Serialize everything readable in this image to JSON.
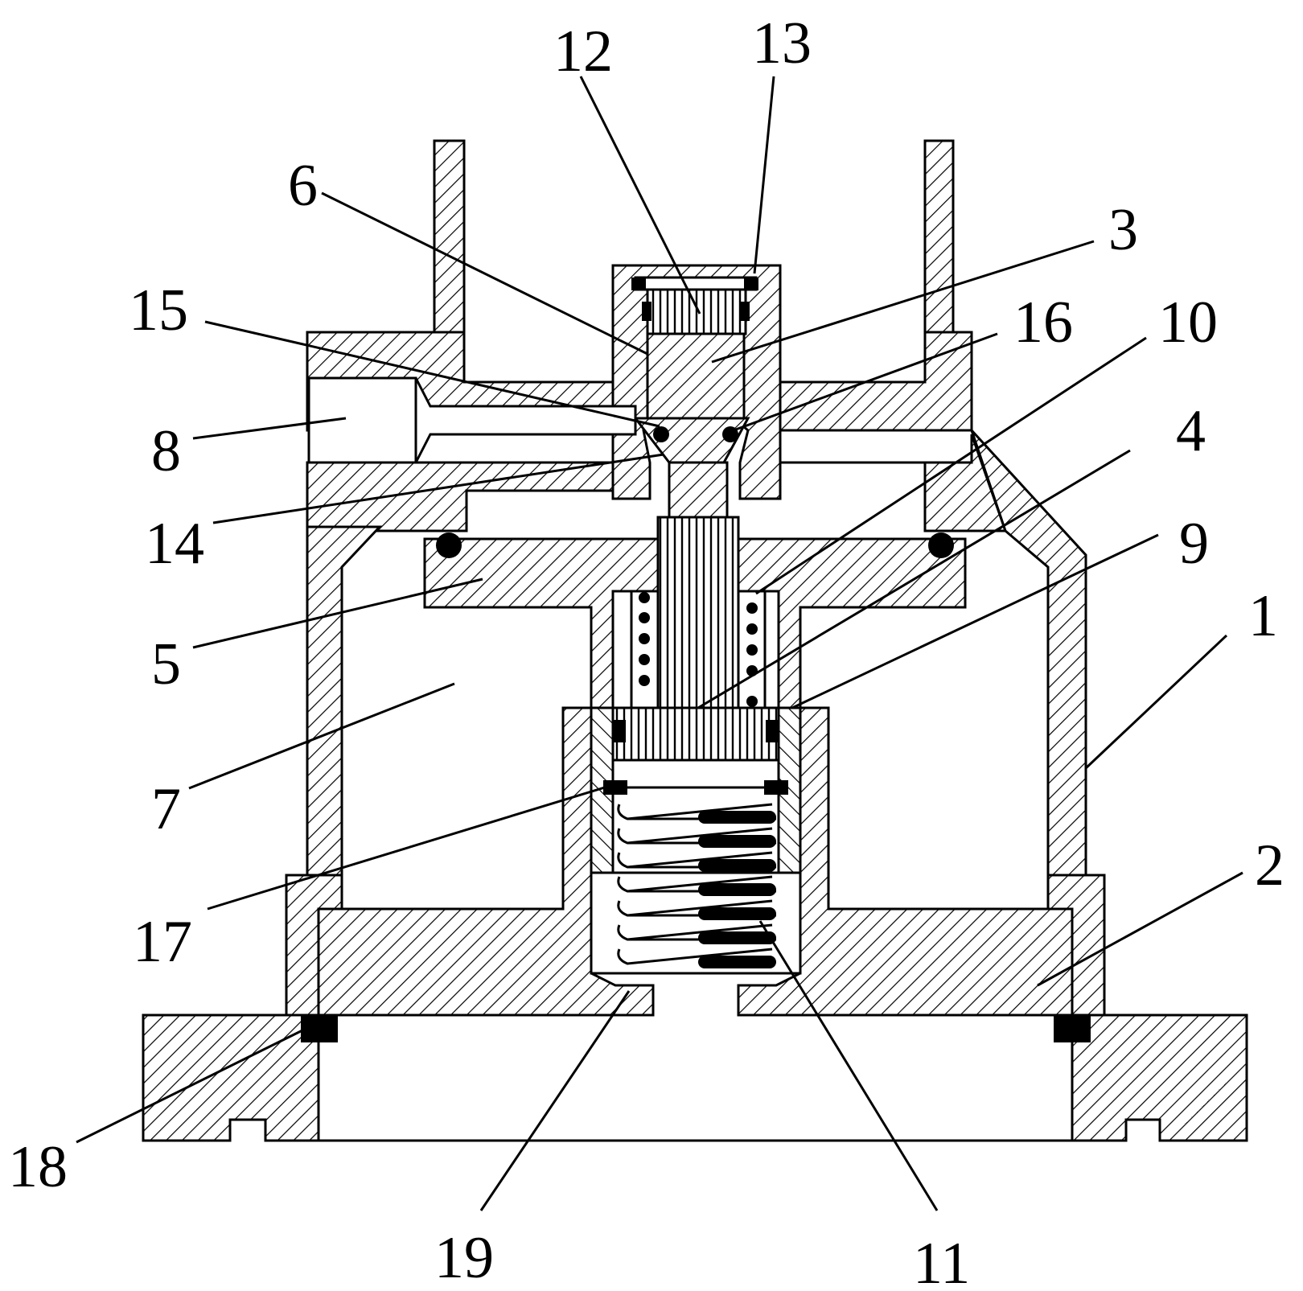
{
  "labels": {
    "l1": "1",
    "l2": "2",
    "l3": "3",
    "l4": "4",
    "l5": "5",
    "l6": "6",
    "l7": "7",
    "l8": "8",
    "l9": "9",
    "l10": "10",
    "l11": "11",
    "l12": "12",
    "l13": "13",
    "l14": "14",
    "l15": "15",
    "l16": "16",
    "l17": "17",
    "l18": "18",
    "l19": "19"
  },
  "colors": {
    "line": "#000000",
    "background": "#ffffff"
  }
}
